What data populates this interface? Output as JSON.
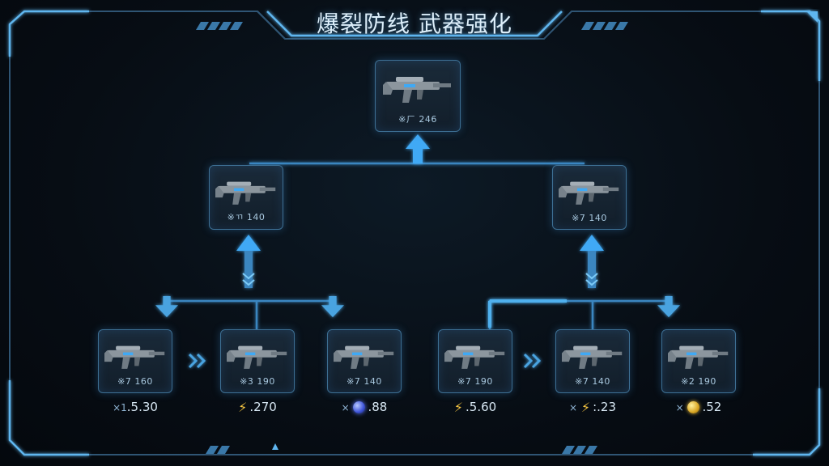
{
  "title": "爆裂防线 武器强化",
  "nodes": {
    "top": {
      "stat": "※ㄏ 246"
    },
    "mid_l": {
      "stat": "※ㄲ 140"
    },
    "mid_r": {
      "stat": "※7 140"
    },
    "b1": {
      "stat": "※7 160"
    },
    "b2": {
      "stat": "※3 190"
    },
    "b3": {
      "stat": "※7 140"
    },
    "b4": {
      "stat": "※7 190"
    },
    "b5": {
      "stat": "※7 140"
    },
    "b6": {
      "stat": "※2 190"
    }
  },
  "rewards": [
    {
      "prefix": "×1",
      "icon": "none",
      "value": ".5.30"
    },
    {
      "prefix": "",
      "icon": "lightning-icon",
      "value": ".270"
    },
    {
      "prefix": "×",
      "icon": "orb-icon",
      "value": ".88"
    },
    {
      "prefix": "",
      "icon": "lightning-icon",
      "value": ".5.60"
    },
    {
      "prefix": "×",
      "icon": "lightning-icon",
      "value": ":.23"
    },
    {
      "prefix": "×",
      "icon": "coin-icon",
      "value": ".52"
    }
  ],
  "colors": {
    "accent": "#3fa9f5",
    "panel_border": "#3d6f93",
    "bolt": "#f5c542"
  }
}
